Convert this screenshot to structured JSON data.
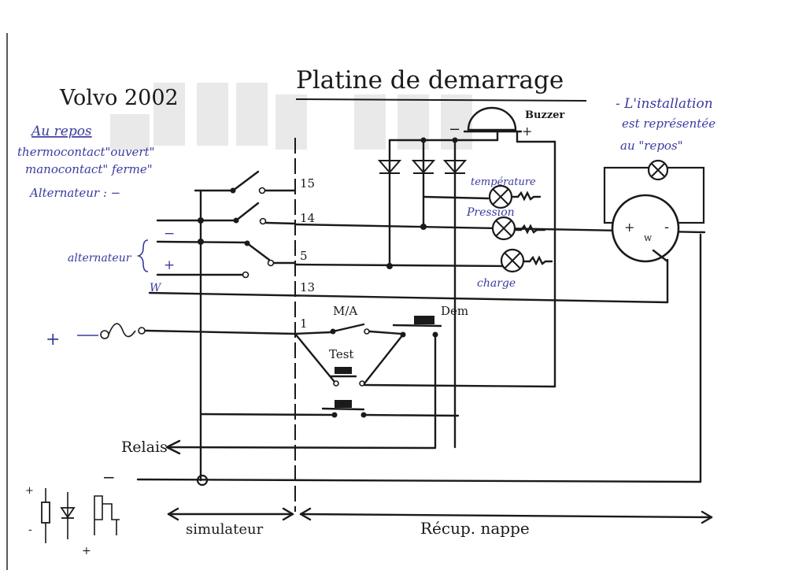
{
  "header": {
    "title": "Platine de demarrage",
    "car": "Volvo 2002"
  },
  "notes": {
    "rest_title": "Au repos",
    "rest_lines": [
      "thermocontact\"ouvert\"",
      "manocontact\" ferme\"",
      "Alternateur : −"
    ],
    "install_note": [
      "- L'installation",
      "est représentée",
      "au \"repos\""
    ],
    "alternator_label": "alternateur"
  },
  "terminals": {
    "t15": "15",
    "t14": "14",
    "t5": "5",
    "t13": "13",
    "t1": "1",
    "minus": "−",
    "plus": "+",
    "w": "W"
  },
  "components": {
    "buzzer": "Buzzer",
    "buzzer_minus": "−",
    "buzzer_plus": "+",
    "lamp_temp": "température",
    "lamp_press": "Pression",
    "lamp_charge": "charge",
    "ma": "M/A",
    "test": "Test",
    "dem": "Dem",
    "relay": "Relais",
    "supply_plus": "+",
    "gnd_minus": "−",
    "motor_plus": "+",
    "motor_minus": "-",
    "motor_w": "w"
  },
  "footer": {
    "sim": "simulateur",
    "recup": "Récup. nappe",
    "legend_plus": "+",
    "legend_minus": "-",
    "legend_plus2": "+"
  }
}
